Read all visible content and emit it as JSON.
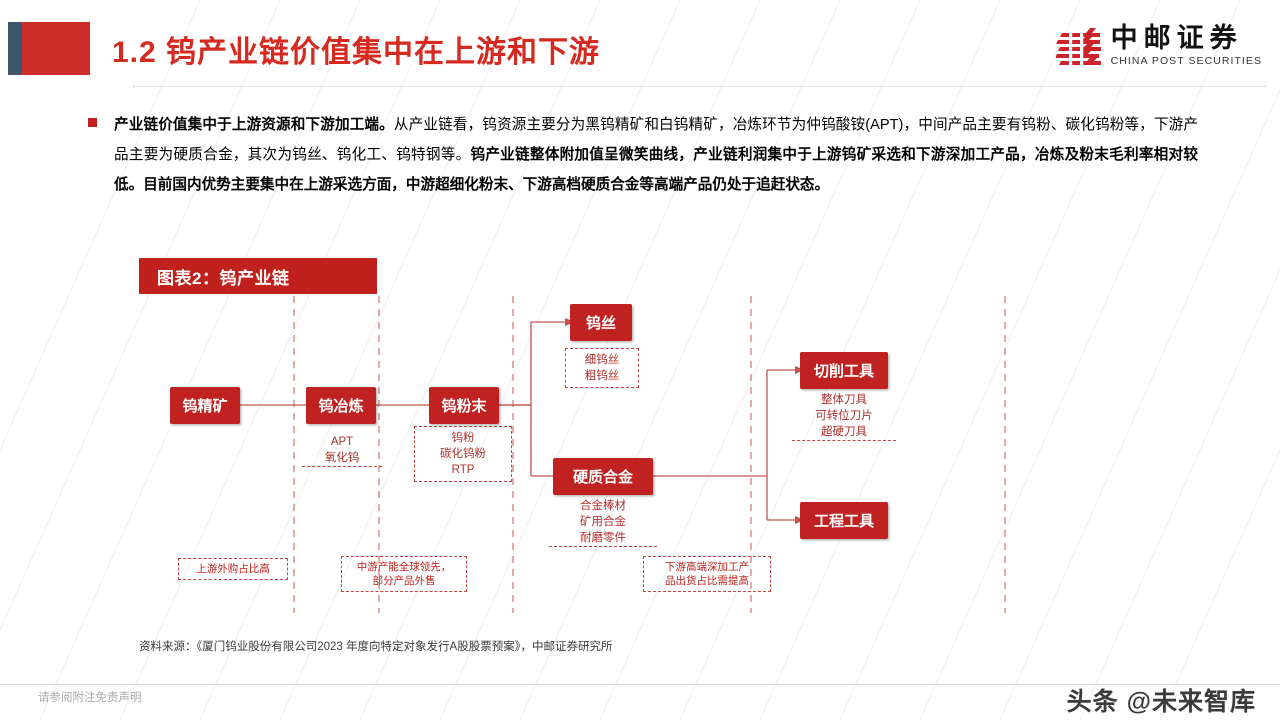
{
  "header": {
    "title": "1.2 钨产业链价值集中在上游和下游",
    "logo_cn": "中邮证券",
    "logo_en": "CHINA POST SECURITIES"
  },
  "paragraph": {
    "lead": "产业链价值集中于上游资源和下游加工端。",
    "rest": "从产业链看，钨资源主要分为黑钨精矿和白钨精矿，冶炼环节为仲钨酸铵(APT)，中间产品主要有钨粉、碳化钨粉等，下游产品主要为硬质合金，其次为钨丝、钨化工、钨特钢等。",
    "bold_tail": "钨产业链整体附加值呈微笑曲线，产业链利润集中于上游钨矿采选和下游深加工产品，冶炼及粉末毛利率相对较低。目前国内优势主要集中在上游采选方面，中游超细化粉末、下游高档硬质合金等高端产品仍处于追赶状态。"
  },
  "exhibit": {
    "title": "图表2：钨产业链",
    "nodes": {
      "n1": "钨精矿",
      "n2": "钨冶炼",
      "n3": "钨粉末",
      "n4": "钨丝",
      "n5": "硬质合金",
      "n6": "切削工具",
      "n7": "工程工具"
    },
    "annotations": {
      "a_smelt": "APT\n氧化钨",
      "a_powder": "钨粉\n碳化钨粉\nRTP",
      "a_wire": "细钨丝\n粗钨丝",
      "a_carbide": "合金棒材\n矿用合金\n耐磨零件",
      "a_cutting": "整体刀具\n可转位刀片\n超硬刀具"
    },
    "tags": {
      "t_up": "上游外购占比高",
      "t_mid": "中游产能全球领先，\n部分产品外售",
      "t_down": "下游高端深加工产\n品出货占比需提高"
    },
    "source": "资料来源：《厦门钨业股份有限公司2023 年度向特定对象发行A股股票预案》，中邮证券研究所"
  },
  "footer": {
    "disclaimer": "请参阅附注免责声明",
    "watermark": "头条 @未来智库"
  },
  "colors": {
    "brand_red": "#c0211c",
    "node_red": "#bf2220",
    "title_red": "#d42a20",
    "navy": "#3f556b",
    "line": "#c4433c"
  }
}
